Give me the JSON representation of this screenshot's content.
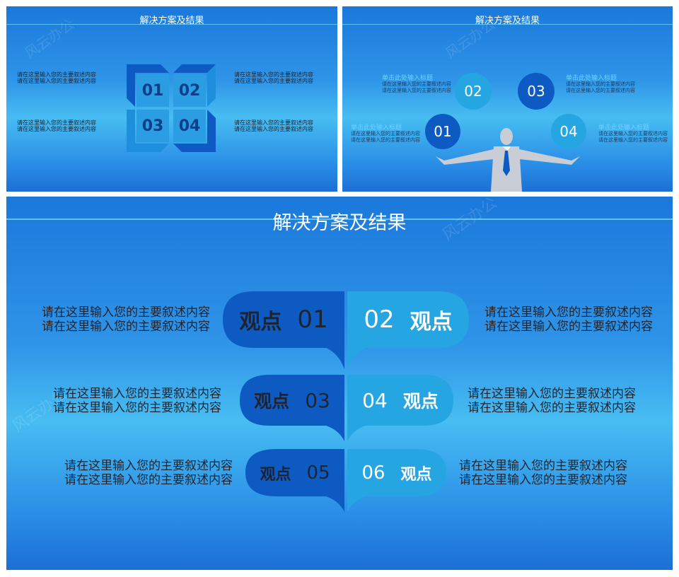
{
  "slide_title": "解决方案及结果",
  "body_text": "请在这里输入您的主要叙述内容",
  "watermark": "风云办公",
  "slide1": {
    "squares": [
      "01",
      "02",
      "03",
      "04"
    ]
  },
  "slide2": {
    "heading": "单击此处输入标题",
    "circles": [
      "01",
      "02",
      "03",
      "04"
    ]
  },
  "slide3": {
    "word": "观点",
    "numbers": [
      "01",
      "02",
      "03",
      "04",
      "05",
      "06"
    ]
  },
  "colors": {
    "dark_blue": "#0d5bc2",
    "light_blue": "#25a6e3",
    "accent_line": "#5cc3f5"
  }
}
